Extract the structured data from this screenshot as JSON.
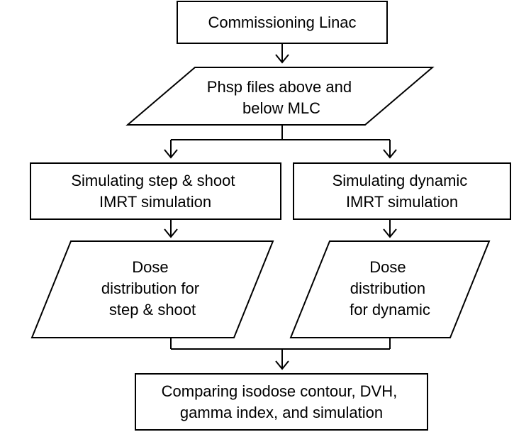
{
  "nodes": {
    "commissioning": {
      "shape": "rectangle",
      "lines": [
        "Commissioning Linac"
      ]
    },
    "phsp_files": {
      "shape": "parallelogram",
      "lines": [
        "Phsp files above and",
        "below MLC"
      ]
    },
    "step_shoot_sim": {
      "shape": "rectangle",
      "lines": [
        "Simulating step & shoot",
        "IMRT simulation"
      ]
    },
    "dynamic_sim": {
      "shape": "rectangle",
      "lines": [
        "Simulating dynamic",
        "IMRT simulation"
      ]
    },
    "dose_step_shoot": {
      "shape": "parallelogram",
      "lines": [
        "Dose",
        "distribution for",
        "step & shoot"
      ]
    },
    "dose_dynamic": {
      "shape": "parallelogram",
      "lines": [
        "Dose",
        "distribution",
        "for dynamic"
      ]
    },
    "comparison": {
      "shape": "rectangle",
      "lines": [
        "Comparing isodose contour, DVH,",
        "gamma index, and simulation"
      ]
    }
  },
  "edges": [
    {
      "from": "commissioning",
      "to": "phsp_files"
    },
    {
      "from": "phsp_files",
      "to": "step_shoot_sim"
    },
    {
      "from": "phsp_files",
      "to": "dynamic_sim"
    },
    {
      "from": "step_shoot_sim",
      "to": "dose_step_shoot"
    },
    {
      "from": "dynamic_sim",
      "to": "dose_dynamic"
    },
    {
      "from": "dose_step_shoot",
      "to": "comparison"
    },
    {
      "from": "dose_dynamic",
      "to": "comparison"
    }
  ],
  "colors": {
    "stroke": "#000000",
    "fill": "#ffffff",
    "text": "#000000"
  }
}
